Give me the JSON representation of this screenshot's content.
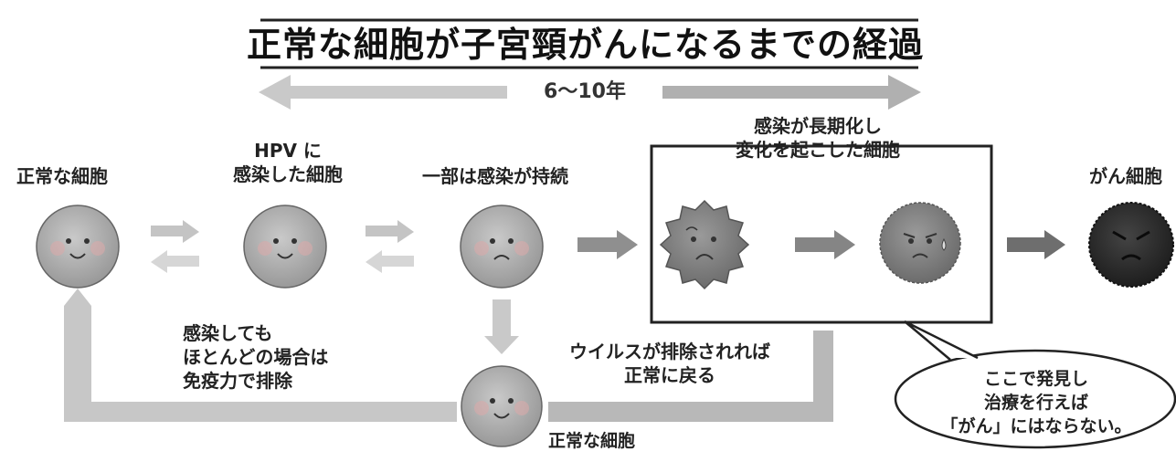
{
  "title": "正常な細胞が子宮頸がんになるまでの経過",
  "duration_label": "6～10年",
  "stages": {
    "normal": "正常な細胞",
    "hpv_line1": "HPV に",
    "hpv_line2": "感染した細胞",
    "persistent": "一部は感染が持続",
    "changed_line1": "感染が長期化し",
    "changed_line2": "変化を起こした細胞",
    "cancer": "がん細胞"
  },
  "immune": {
    "line1": "感染しても",
    "line2": "ほとんどの場合は",
    "line3": "免疫力で排除"
  },
  "virus_removed": {
    "line1": "ウイルスが排除されれば",
    "line2": "正常に戻る"
  },
  "bottom_cell_label": "正常な細胞",
  "callout": {
    "line1": "ここで発見し",
    "line2": "治療を行えば",
    "line3": "「がん」にはならない。"
  },
  "colors": {
    "normal_cell": "#a9a9a9",
    "changed_cell": "#7f7f7f",
    "cancer_cell": "#2e2e2e",
    "arrow": "#b5b5b5"
  }
}
